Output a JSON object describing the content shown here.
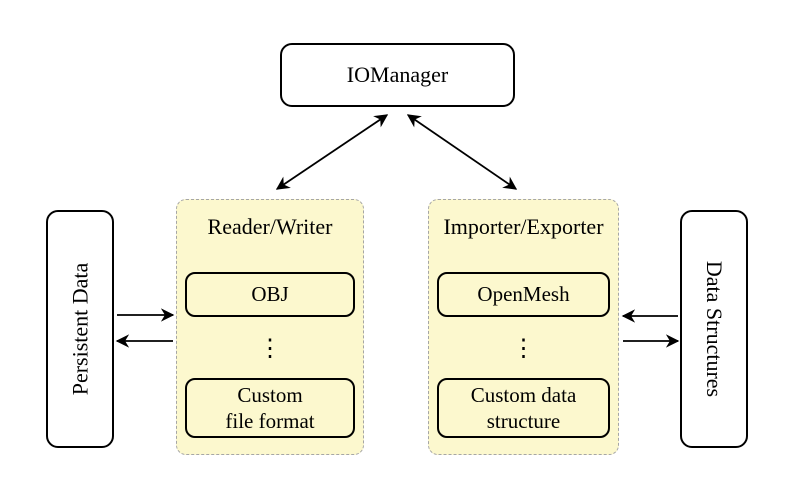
{
  "diagram": {
    "nodes": {
      "iomanager": {
        "label": "IOManager"
      },
      "persistent_data": {
        "label": "Persistent Data"
      },
      "data_structures": {
        "label": "Data Structures"
      },
      "reader_writer": {
        "title": "Reader/Writer",
        "items": [
          {
            "label": "OBJ"
          },
          {
            "label": "⋮"
          },
          {
            "label": "Custom\nfile format"
          }
        ]
      },
      "importer_exporter": {
        "title": "Importer/Exporter",
        "items": [
          {
            "label": "OpenMesh"
          },
          {
            "label": "⋮"
          },
          {
            "label": "Custom data\nstructure"
          }
        ]
      }
    },
    "edges": [
      {
        "name": "iomanager-readerwriter",
        "type": "double-arrow"
      },
      {
        "name": "iomanager-importerexporter",
        "type": "double-arrow"
      },
      {
        "name": "persistentdata-to-readerwriter",
        "type": "arrow"
      },
      {
        "name": "readerwriter-to-persistentdata",
        "type": "arrow"
      },
      {
        "name": "datastructures-to-importerexporter",
        "type": "arrow"
      },
      {
        "name": "importerexporter-to-datastructures",
        "type": "arrow"
      }
    ],
    "colors": {
      "group_fill": "#FCF8CE",
      "group_border": "#A6A6A6",
      "line_color": "#000000",
      "node_fill": "#FFFFFF",
      "background": "#FFFFFF"
    }
  }
}
